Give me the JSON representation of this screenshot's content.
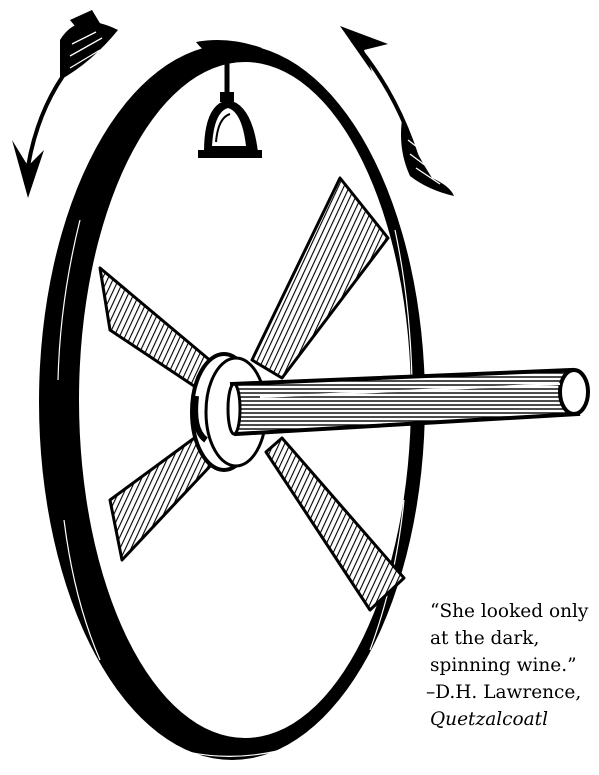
{
  "illustration": {
    "subject": "wooden wheel with a bell, hub and axle, and two curved arrows showing rotation",
    "ink_color": "#000000",
    "paper_color": "#ffffff"
  },
  "quote": {
    "line1": "“She looked only",
    "line2": "at the dark,",
    "line3": "spinning wine.”",
    "attribution": "–D.H. Lawrence,",
    "source_title": "Quetzalcoatl"
  }
}
